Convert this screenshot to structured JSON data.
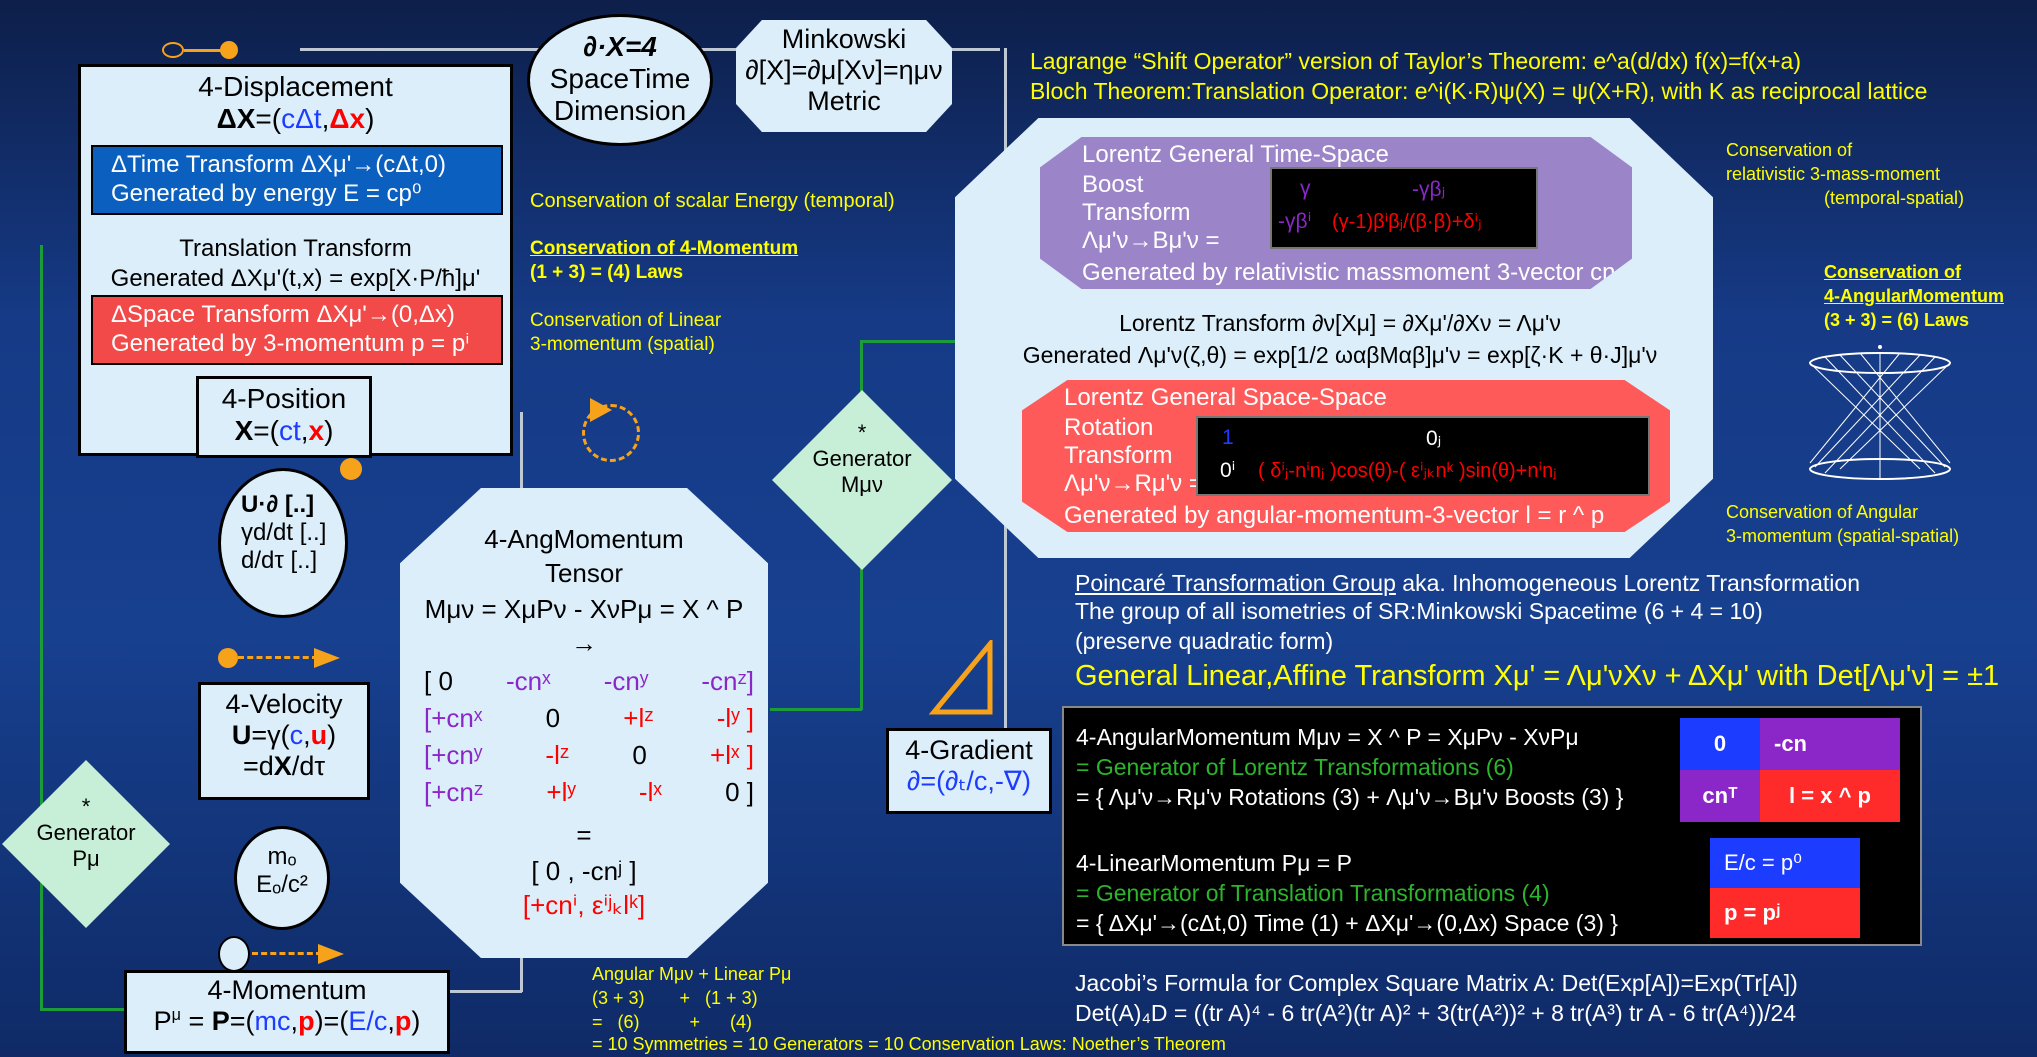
{
  "colors": {
    "background": "#163a86",
    "box": "#dbeef9",
    "red": "#ff0000",
    "blue": "#1c3cff",
    "green": "#2cb52c",
    "yellow": "#ffff00",
    "purple": "#8b27c9",
    "boost_panel": "#9b84c7",
    "rotation_panel": "#ff5a5a"
  },
  "displacement": {
    "title": "4-Displacement",
    "eq_lhs": "ΔX",
    "eq_mid": "=(",
    "eq_ct": "cΔt",
    "eq_comma": ",",
    "eq_x": "Δx",
    "eq_end": ")",
    "time_line1": "ΔTime Transform ΔXμ'→(cΔt,0)",
    "time_line2": "Generated by energy E = cp⁰",
    "trans_line1": "Translation Transform",
    "trans_line2": "Generated ΔXμ'(t,x) = exp[X·P/ħ]μ'",
    "space_line1": "ΔSpace Transform ΔXμ'→(0,Δx)",
    "space_line2": "Generated by 3-momentum p = pⁱ"
  },
  "notes": {
    "scalar_energy": "Conservation of scalar Energy (temporal)",
    "momentum_title": "Conservation of 4-Momentum",
    "momentum_laws": "(1 + 3) = (4) Laws",
    "linear_line1": "Conservation of Linear",
    "linear_line2": "3-momentum (spatial)"
  },
  "position": {
    "title": "4-Position",
    "eq": "X=(ct,x)"
  },
  "dimension": {
    "line1": "∂·X=4",
    "line2": "SpaceTime",
    "line3": "Dimension"
  },
  "metric": {
    "line1": "Minkowski",
    "line2": "∂[X]=∂μ[Xν]=ημν",
    "line3": "Metric"
  },
  "top": {
    "line1": "Lagrange “Shift Operator” version of Taylor’s Theorem: e^a(d/dx) f(x)=f(x+a)",
    "line2": "Bloch Theorem:Translation Operator: e^i(K·R)ψ(X) = ψ(X+R), with K as reciprocal lattice"
  },
  "boost": {
    "title": "Lorentz General Time-Space",
    "l1": "Boost",
    "l2": "Transform",
    "l3": "Λμ'ν→Bμ'ν =",
    "m11": "γ",
    "m12": "-γβⱼ",
    "m21": "-γβⁱ",
    "m22": "(γ-1)βⁱβⱼ/(β·β)+δⁱⱼ",
    "gen": "Generated by relativistic massmoment 3-vector cn"
  },
  "lorentz": {
    "line1": "Lorentz Transform   ∂ν[Xμ] = ∂Xμ'/∂Xν = Λμ'ν",
    "line2": "Generated Λμ'ν(ζ,θ) = exp[1/2 ωαβMαβ]μ'ν = exp[ζ·K + θ·J]μ'ν"
  },
  "rotation": {
    "title": "Lorentz General Space-Space",
    "l1": "Rotation",
    "l2": "Transform",
    "l3": "Λμ'ν→Rμ'ν =",
    "m11": "1",
    "m12": "0ⱼ",
    "m21": "0ⁱ",
    "m22": "( δⁱⱼ-nⁱnⱼ )cos(θ)-( εⁱⱼₖnᵏ )sin(θ)+nⁱnⱼ",
    "gen": "Generated by angular-momentum-3-vector l = r ^ p"
  },
  "right_notes": {
    "mass_l1": "Conservation of",
    "mass_l2": "relativistic 3-mass-moment",
    "mass_l3": "(temporal-spatial)",
    "ang_title": "Conservation of",
    "ang_title2": "4-AngularMomentum",
    "ang_laws": "(3 + 3) = (6) Laws",
    "ang_l1": "Conservation of Angular",
    "ang_l2": "3-momentum (spatial-spatial)"
  },
  "poincare": {
    "title": "Poincaré Transformation Group",
    "l1_rest": " aka. Inhomogeneous Lorentz Transformation",
    "l2": "The group of all isometries of SR:Minkowski Spacetime (6 + 4 = 10)",
    "l3": "(preserve quadratic form)",
    "l4": "General Linear,Affine Transform Xμ' = Λμ'νXν + ΔXμ' with Det[Λμ'ν] = ±1"
  },
  "generator_m": {
    "star": "*",
    "l1": "Generator",
    "l2": "Mμν"
  },
  "generator_p": {
    "star": "*",
    "l1": "Generator",
    "l2": "Pμ"
  },
  "ops": {
    "l1": "U·∂ [..]",
    "l2": "γd/dt [..]",
    "l3": "d/dτ [..]"
  },
  "velocity": {
    "title": "4-Velocity",
    "l1": "U=γ(c,u)",
    "l2": "=dX/dτ"
  },
  "mass": {
    "l1": "mₒ",
    "l2": "Eₒ/c²"
  },
  "momentum": {
    "title": "4-Momentum",
    "eq": "Pμ = P=(mc,p)=(E/c,p)"
  },
  "angtensor": {
    "title": "4-AngMomentum",
    "title2": "Tensor",
    "eq": "Mμν = XμPν - XνPμ = X ^ P",
    "arrow": "→",
    "r1": [
      "[ 0",
      "-cnˣ",
      "-cnʸ",
      "-cnᶻ]"
    ],
    "r2": [
      "[+cnˣ",
      "0",
      "+lᶻ",
      "-lʸ ]"
    ],
    "r3": [
      "[+cnʸ",
      "-lᶻ",
      "0",
      "+lˣ ]"
    ],
    "r4": [
      "[+cnᶻ",
      "+lʸ",
      "-lˣ",
      "0 ]"
    ],
    "eq2": "=",
    "s1": "[ 0 , -cnʲ ]",
    "s2": "[+cnⁱ, εⁱʲₖlᵏ]"
  },
  "gradient": {
    "title": "4-Gradient",
    "eq": "∂=(∂ₜ/c,-∇)"
  },
  "infobox": {
    "a1": "4-AngularMomentum Mμν = X ^ P = XμPν - XνPμ",
    "a2": "= Generator of Lorentz Transformations (6)",
    "a3": "= { Λμ'ν→Rμ'ν Rotations (3) + Λμ'ν→Bμ'ν Boosts (3) }",
    "b1": "4-LinearMomentum Pμ = P",
    "b2": "= Generator of Translation Transformations (4)",
    "b3": "= { ΔXμ'→(cΔt,0) Time (1) + ΔXμ'→(0,Δx) Space (3) }",
    "ma_00": "0",
    "ma_01": "-cn",
    "ma_10": "cnᵀ",
    "ma_11": "l = x ^ p",
    "mb_0": "E/c = p⁰",
    "mb_1": "p = pʲ"
  },
  "bottom": {
    "l1": "Angular Mμν + Linear Pμ",
    "l2": "(3 + 3)       +   (1 + 3)",
    "l3": "=   (6)          +      (4)",
    "l4": "= 10 Symmetries = 10 Generators = 10 Conservation Laws: Noether’s Theorem"
  },
  "jacobi": {
    "l1": "Jacobi’s Formula for Complex Square Matrix A: Det(Exp[A])=Exp(Tr[A])",
    "l2": "Det(A)₄D = ((tr A)⁴ - 6 tr(A²)(tr A)² + 3(tr(A²))² + 8 tr(A³) tr A - 6 tr(A⁴))/24"
  }
}
